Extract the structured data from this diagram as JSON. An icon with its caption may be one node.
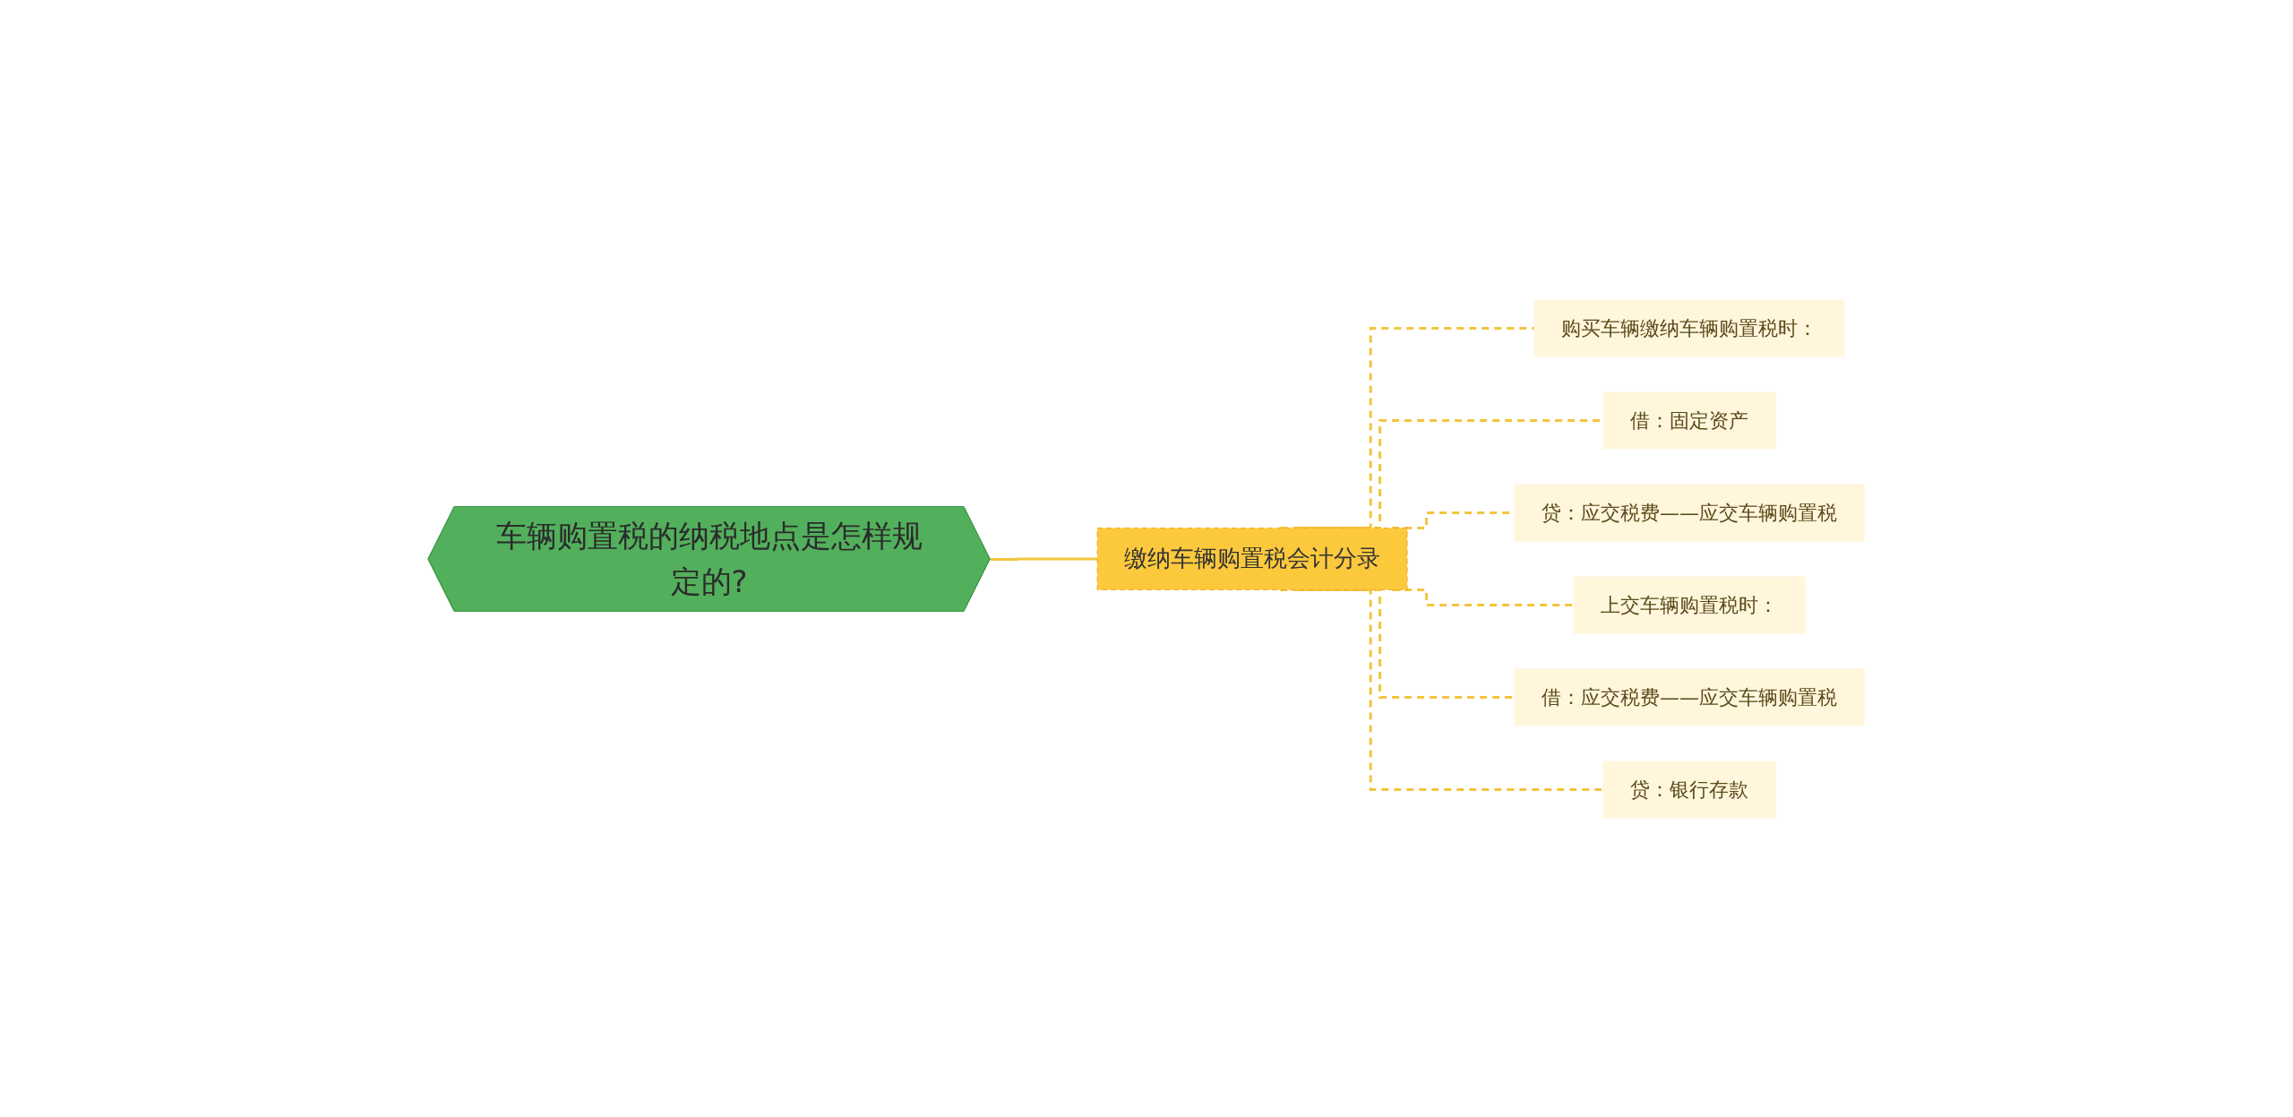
{
  "diagram": {
    "nodes": [
      {
        "text": [
          "车辆购置税的纳税地点是怎样规定的?"
        ]
      },
      {
        "text": [
          "缴纳车辆购置税会计分录"
        ]
      },
      {
        "text": [
          "购买车辆缴纳车辆购置税时："
        ]
      },
      {
        "text": [
          "借：固定资产"
        ]
      },
      {
        "text": [
          "贷：应交税费——应交车辆购置税"
        ]
      },
      {
        "text": [
          "上交车辆购置税时："
        ]
      },
      {
        "text": [
          "借：应交税费——应交车辆购置税"
        ]
      },
      {
        "text": [
          "贷：银行存款"
        ]
      }
    ],
    "edges": [
      {
        "from": 0,
        "to": 1,
        "arrow": "none"
      },
      {
        "from": 1,
        "to": 2,
        "arrow": "none",
        "style": "dashed"
      },
      {
        "from": 1,
        "to": 3,
        "arrow": "none",
        "style": "dashed"
      },
      {
        "from": 1,
        "to": 4,
        "arrow": "none",
        "style": "dashed"
      },
      {
        "from": 1,
        "to": 5,
        "arrow": "none",
        "style": "dashed"
      },
      {
        "from": 1,
        "to": 6,
        "arrow": "none",
        "style": "dashed"
      },
      {
        "from": 1,
        "to": 7,
        "arrow": "none",
        "style": "dashed"
      }
    ]
  }
}
